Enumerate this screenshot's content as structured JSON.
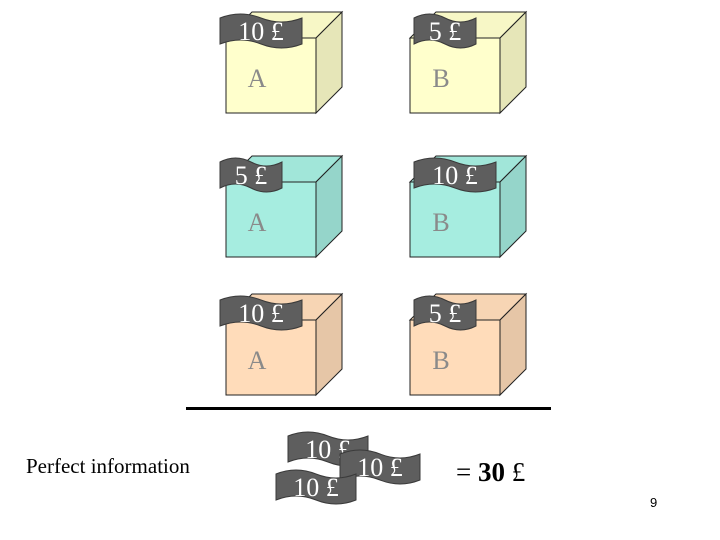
{
  "boxes": [
    {
      "row": 0,
      "col": 0,
      "label": "A",
      "prize": "10 £",
      "color": "#ffffcc"
    },
    {
      "row": 0,
      "col": 1,
      "label": "B",
      "prize": "5 £",
      "color": "#ffffcc"
    },
    {
      "row": 1,
      "col": 0,
      "label": "A",
      "prize": "5 £",
      "color": "#a6ede0"
    },
    {
      "row": 1,
      "col": 1,
      "label": "B",
      "prize": "10 £",
      "color": "#a6ede0"
    },
    {
      "row": 2,
      "col": 0,
      "label": "A",
      "prize": "10 £",
      "color": "#ffdcba"
    },
    {
      "row": 2,
      "col": 1,
      "label": "B",
      "prize": "5 £",
      "color": "#ffdcba"
    }
  ],
  "summary": {
    "perfect_label": "Perfect information",
    "tags": [
      "10 £",
      "10 £",
      "10 £"
    ],
    "total_prefix": "= ",
    "total_value": "30",
    "total_unit": " £"
  },
  "page_number": "9",
  "colors": {
    "tag": "#5e5e5e",
    "tag_stroke": "#3a3a3a"
  }
}
